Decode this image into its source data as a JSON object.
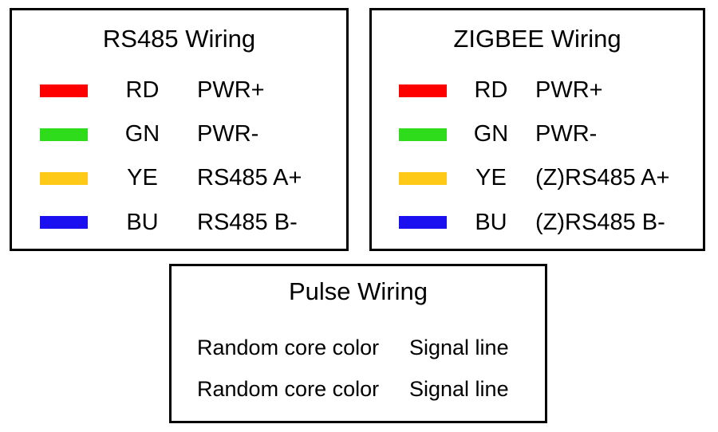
{
  "rs485": {
    "title": "RS485 Wiring",
    "rows": [
      {
        "color": "#fe0000",
        "abbr": "RD",
        "signal": "PWR+"
      },
      {
        "color": "#2edc1b",
        "abbr": "GN",
        "signal": "PWR-"
      },
      {
        "color": "#ffc918",
        "abbr": "YE",
        "signal": "RS485 A+"
      },
      {
        "color": "#1a10f0",
        "abbr": "BU",
        "signal": "RS485 B-"
      }
    ]
  },
  "zigbee": {
    "title": "ZIGBEE Wiring",
    "rows": [
      {
        "color": "#fe0000",
        "abbr": "RD",
        "signal": "PWR+"
      },
      {
        "color": "#2edc1b",
        "abbr": "GN",
        "signal": "PWR-"
      },
      {
        "color": "#ffc918",
        "abbr": "YE",
        "signal": "(Z)RS485 A+"
      },
      {
        "color": "#1a10f0",
        "abbr": "BU",
        "signal": "(Z)RS485 B-"
      }
    ]
  },
  "pulse": {
    "title": "Pulse Wiring",
    "rows": [
      {
        "core": "Random core color",
        "signal": "Signal line"
      },
      {
        "core": "Random core color",
        "signal": "Signal line"
      }
    ]
  },
  "style": {
    "border_color": "#000000",
    "background_color": "#ffffff",
    "text_color": "#000000"
  }
}
